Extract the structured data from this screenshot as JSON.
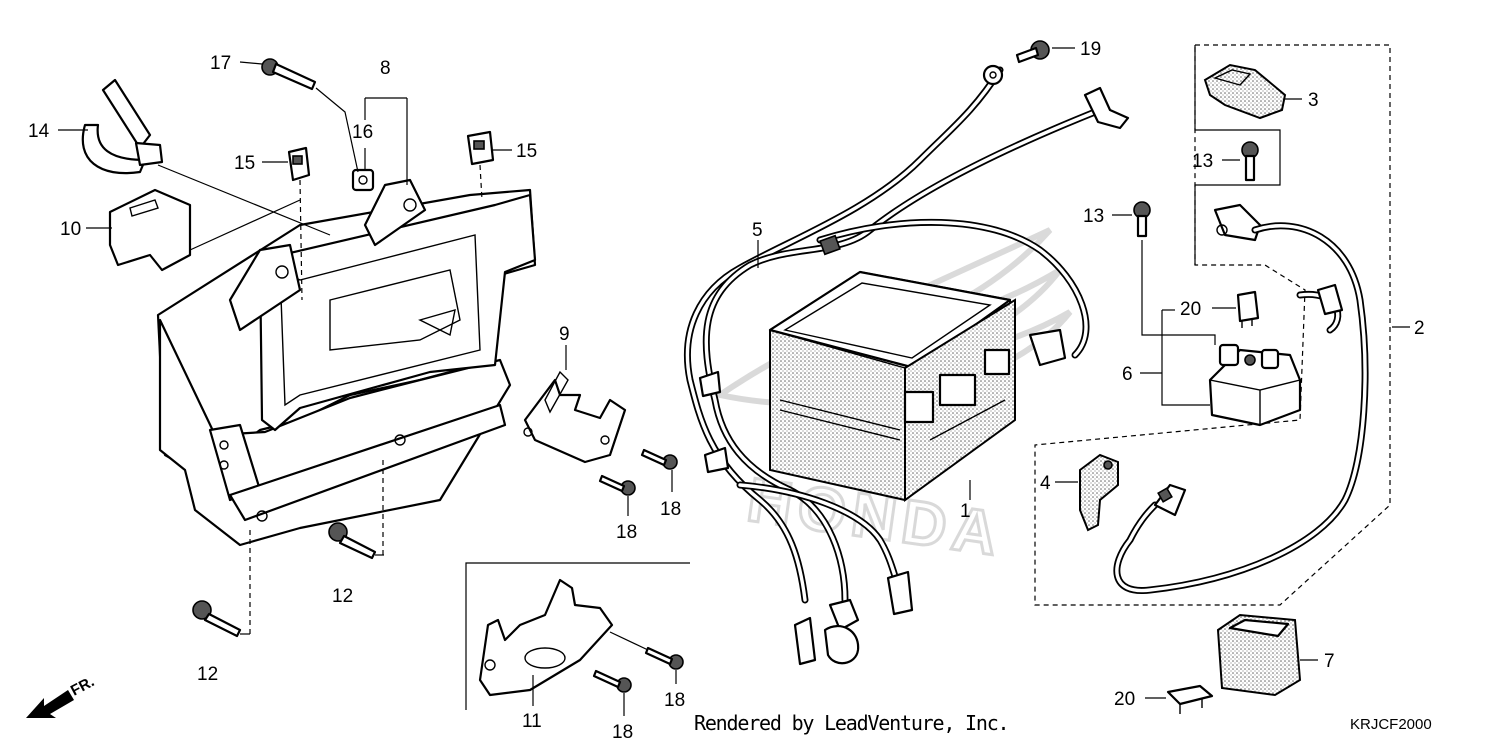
{
  "diagram": {
    "callouts": [
      {
        "id": "c1",
        "text": "1"
      },
      {
        "id": "c2",
        "text": "2"
      },
      {
        "id": "c3",
        "text": "3"
      },
      {
        "id": "c4",
        "text": "4"
      },
      {
        "id": "c5",
        "text": "5"
      },
      {
        "id": "c6",
        "text": "6"
      },
      {
        "id": "c7",
        "text": "7"
      },
      {
        "id": "c8",
        "text": "8"
      },
      {
        "id": "c9",
        "text": "9"
      },
      {
        "id": "c10",
        "text": "10"
      },
      {
        "id": "c11",
        "text": "11"
      },
      {
        "id": "c12a",
        "text": "12"
      },
      {
        "id": "c12b",
        "text": "12"
      },
      {
        "id": "c13a",
        "text": "13"
      },
      {
        "id": "c13b",
        "text": "13"
      },
      {
        "id": "c14",
        "text": "14"
      },
      {
        "id": "c15a",
        "text": "15"
      },
      {
        "id": "c15b",
        "text": "15"
      },
      {
        "id": "c16",
        "text": "16"
      },
      {
        "id": "c17",
        "text": "17"
      },
      {
        "id": "c18a",
        "text": "18"
      },
      {
        "id": "c18b",
        "text": "18"
      },
      {
        "id": "c18c",
        "text": "18"
      },
      {
        "id": "c18d",
        "text": "18"
      },
      {
        "id": "c19",
        "text": "19"
      },
      {
        "id": "c20a",
        "text": "20"
      },
      {
        "id": "c20b",
        "text": "20"
      }
    ],
    "direction_label": "FR.",
    "credit": "Rendered by LeadVenture, Inc.",
    "diagram_code": "KRJCF2000",
    "watermark": "HONDA"
  }
}
